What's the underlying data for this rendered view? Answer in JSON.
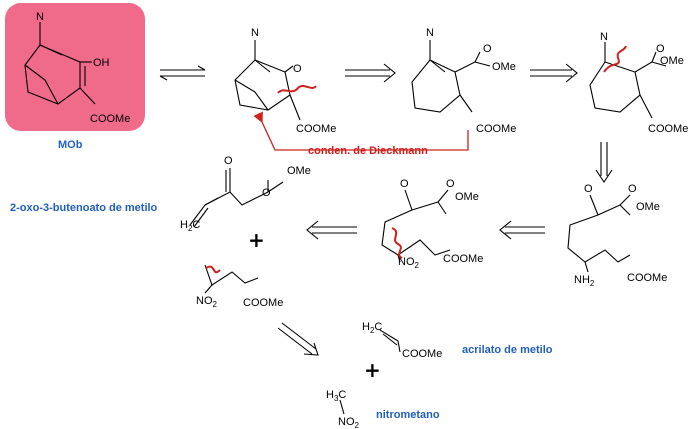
{
  "labels": {
    "mob": "MOb",
    "dieckmann": "conden. de Dieckmann",
    "butenoato": "2-oxo-3-butenoato de metilo",
    "acrilato": "acrilato de metilo",
    "nitrometano": "nitrometano"
  },
  "atoms": {
    "nh": "N",
    "nh_h": "H",
    "oh": "OH",
    "o": "O",
    "ome": "OMe",
    "coome": "COOMe",
    "nh2": "NH",
    "two": "2",
    "no2": "NO",
    "h2c": "H",
    "h3c": "H",
    "c": "C",
    "three": "3",
    "plus": "+"
  },
  "colors": {
    "mob_box": "#f06a8a",
    "red": "#d0201b",
    "blue": "#1f5fbf"
  }
}
